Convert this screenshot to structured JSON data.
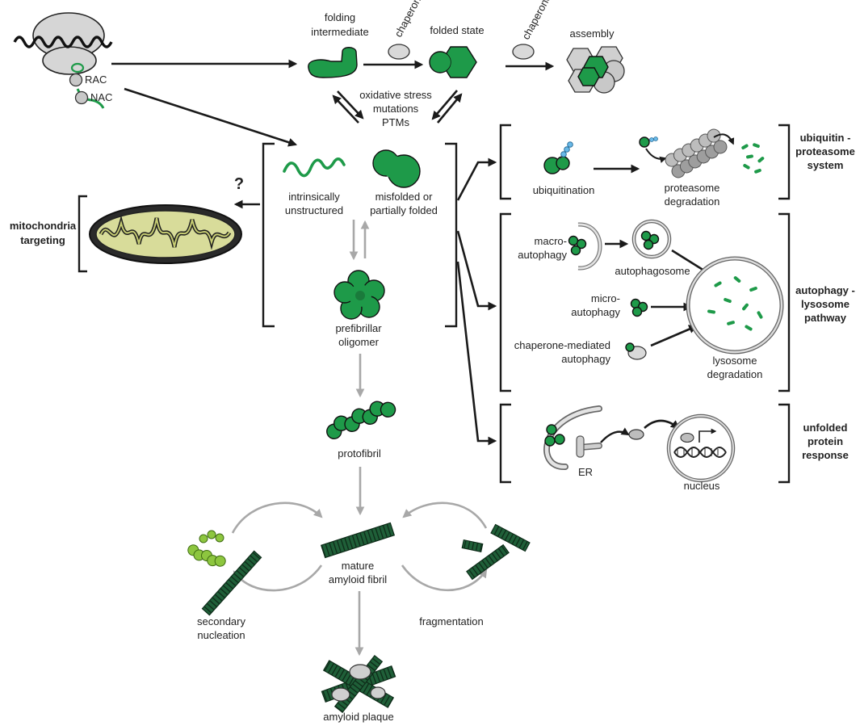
{
  "labels": {
    "rac": "RAC",
    "nac": "NAC",
    "folding_intermediate_1": "folding",
    "folding_intermediate_2": "intermediate",
    "chaperone_1": "chaperone",
    "folded_state": "folded state",
    "chaperone_2": "chaperone",
    "assembly": "assembly",
    "stress_1": "oxidative stress",
    "stress_2": "mutations",
    "stress_3": "PTMs",
    "question": "?",
    "intrinsically_1": "intrinsically",
    "intrinsically_2": "unstructured",
    "misfolded_1": "misfolded or",
    "misfolded_2": "partially folded",
    "mito_1": "mitochondria",
    "mito_2": "targeting",
    "prefibrillar_1": "prefibrillar",
    "prefibrillar_2": "oligomer",
    "protofibril": "protofibril",
    "mature_1": "mature",
    "mature_2": "amyloid fibril",
    "secondary_1": "secondary",
    "secondary_2": "nucleation",
    "fragmentation": "fragmentation",
    "plaque": "amyloid plaque",
    "ubiquitination": "ubiquitination",
    "proteasome_1": "proteasome",
    "proteasome_2": "degradation",
    "ups_1": "ubiquitin -",
    "ups_2": "proteasome",
    "ups_3": "system",
    "macro_1": "macro-",
    "macro_2": "autophagy",
    "autophagosome": "autophagosome",
    "micro_1": "micro-",
    "micro_2": "autophagy",
    "cma_1": "chaperone-mediated",
    "cma_2": "autophagy",
    "lysosome_1": "lysosome",
    "lysosome_2": "degradation",
    "alp_1": "autophagy -",
    "alp_2": "lysosome",
    "alp_3": "pathway",
    "er": "ER",
    "nucleus": "nucleus",
    "upr_1": "unfolded",
    "upr_2": "protein",
    "upr_3": "response"
  },
  "colors": {
    "protein_green": "#1e9a49",
    "fibril_dark": "#1f5f38",
    "nucleation_light": "#8dc63f",
    "chaperone_gray": "#d9d9d9",
    "arrow_black": "#1a1a1a",
    "arrow_gray": "#a8a8a8"
  }
}
